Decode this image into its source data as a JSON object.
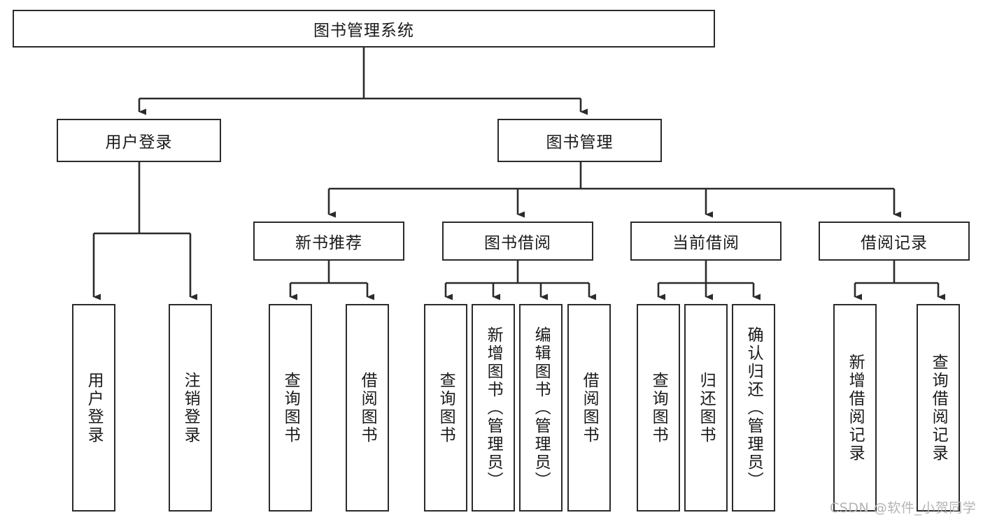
{
  "diagram": {
    "type": "tree-hierarchy",
    "title": "图书管理系统",
    "root": {
      "id": "root",
      "label": "图书管理系统"
    },
    "level2": [
      {
        "id": "user-login",
        "label": "用户登录"
      },
      {
        "id": "book-management",
        "label": "图书管理"
      }
    ],
    "level3": [
      {
        "id": "new-book-recommend",
        "label": "新书推荐",
        "parent": "book-management"
      },
      {
        "id": "book-borrow",
        "label": "图书借阅",
        "parent": "book-management"
      },
      {
        "id": "current-borrow",
        "label": "当前借阅",
        "parent": "book-management"
      },
      {
        "id": "borrow-record",
        "label": "借阅记录",
        "parent": "book-management"
      }
    ],
    "leaves": [
      {
        "id": "leaf-user-login",
        "label": "用户登录",
        "parent": "user-login"
      },
      {
        "id": "leaf-user-logout",
        "label": "注销登录",
        "parent": "user-login"
      },
      {
        "id": "leaf-query-book-1",
        "label": "查询图书",
        "parent": "new-book-recommend"
      },
      {
        "id": "leaf-borrow-book-1",
        "label": "借阅图书",
        "parent": "new-book-recommend"
      },
      {
        "id": "leaf-query-book-2",
        "label": "查询图书",
        "parent": "book-borrow"
      },
      {
        "id": "leaf-add-book",
        "label": "新增图书（管理员）",
        "parent": "book-borrow"
      },
      {
        "id": "leaf-edit-book",
        "label": "编辑图书（管理员）",
        "parent": "book-borrow"
      },
      {
        "id": "leaf-borrow-book-2",
        "label": "借阅图书",
        "parent": "book-borrow"
      },
      {
        "id": "leaf-query-book-3",
        "label": "查询图书",
        "parent": "current-borrow"
      },
      {
        "id": "leaf-return-book",
        "label": "归还图书",
        "parent": "current-borrow"
      },
      {
        "id": "leaf-confirm-return",
        "label": "确认归还（管理员）",
        "parent": "current-borrow"
      },
      {
        "id": "leaf-add-record",
        "label": "新增借阅记录",
        "parent": "borrow-record"
      },
      {
        "id": "leaf-query-record",
        "label": "查询借阅记录",
        "parent": "borrow-record"
      }
    ],
    "watermark": "CSDN @软件_小贺同学",
    "colors": {
      "stroke": "#2b2b2b",
      "background": "#ffffff",
      "text": "#1a1a1a",
      "watermark": "#b4b4b4"
    }
  }
}
